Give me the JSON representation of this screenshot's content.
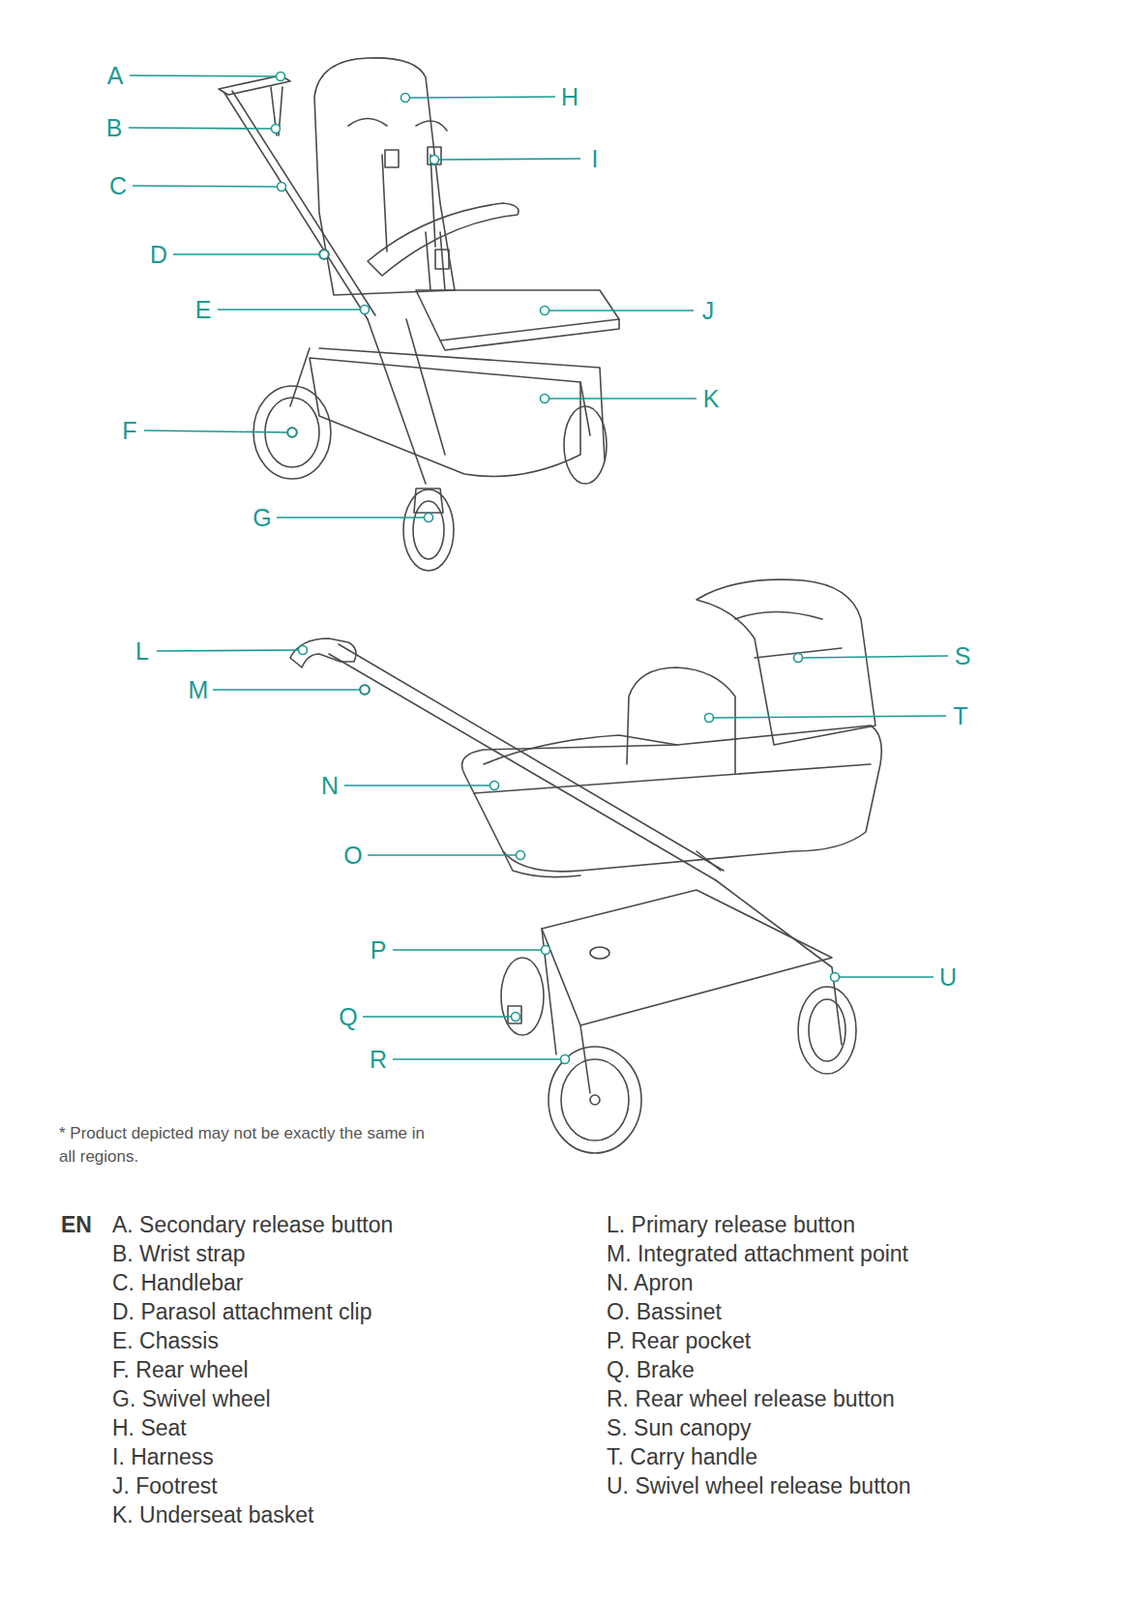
{
  "diagram": {
    "labels": [
      "A",
      "B",
      "C",
      "D",
      "E",
      "F",
      "G",
      "H",
      "I",
      "J",
      "K",
      "L",
      "M",
      "N",
      "O",
      "P",
      "Q",
      "R",
      "S",
      "T",
      "U",
      "* Product depicted may not be exactly the same in all regions.",
      "EN",
      "A. Secondary release button",
      "B. Wrist strap",
      "C. Handlebar",
      "D. Parasol attachment clip",
      "E. Chassis",
      "F. Rear wheel",
      "G. Swivel wheel",
      "H. Seat",
      "I. Harness",
      "J. Footrest",
      "K. Underseat basket",
      "L. Primary release button",
      "M. Integrated attachment point",
      "N. Apron",
      "O. Bassinet",
      "P. Rear pocket",
      "Q. Brake",
      "R. Rear wheel release button",
      "S. Sun canopy",
      "T. Carry handle",
      "U. Swivel wheel release button"
    ]
  }
}
